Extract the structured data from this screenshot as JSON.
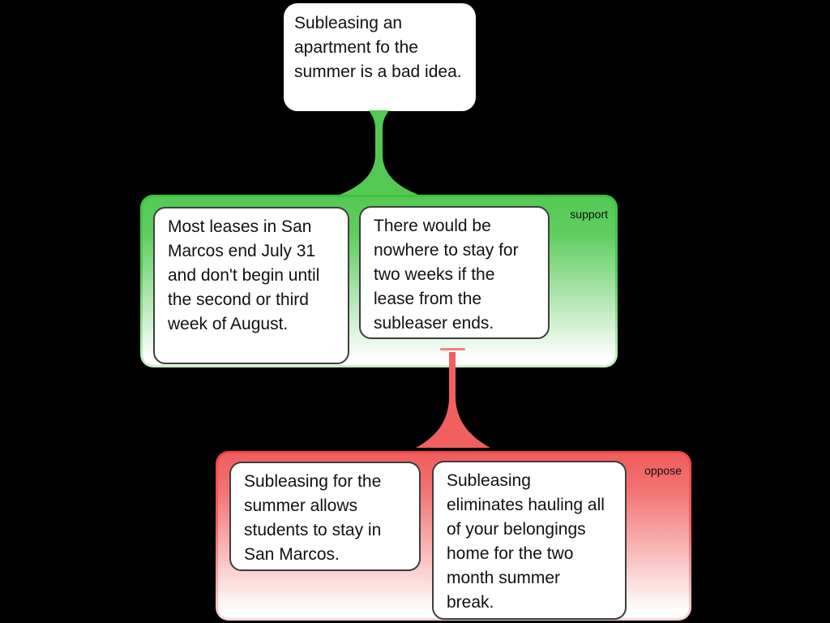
{
  "app": {
    "background_color": "#000000"
  },
  "claim": {
    "text": "Subleasing an apartment fo the summer is a bad idea."
  },
  "support_group": {
    "label": "support",
    "accent_color": "#53c953",
    "border_color": "#3fc13f",
    "boxes": [
      {
        "text": "Most leases in San Marcos end July 31 and don't begin until the second or third week of August."
      },
      {
        "text": "There would be nowhere to stay for two weeks if the lease from the subleaser ends."
      }
    ]
  },
  "oppose_group": {
    "label": "oppose",
    "accent_color": "#f15d5d",
    "border_color": "#ee4848",
    "boxes": [
      {
        "text": "Subleasing for the summer allows students to stay in San Marcos."
      },
      {
        "text": "Subleasing eliminates hauling all of your belongings home for the two month summer break."
      }
    ]
  },
  "connectors": {
    "support_funnel_color": "#53c953",
    "oppose_funnel_color": "#f15f5f",
    "oppose_dash_color": "#f3827e"
  }
}
